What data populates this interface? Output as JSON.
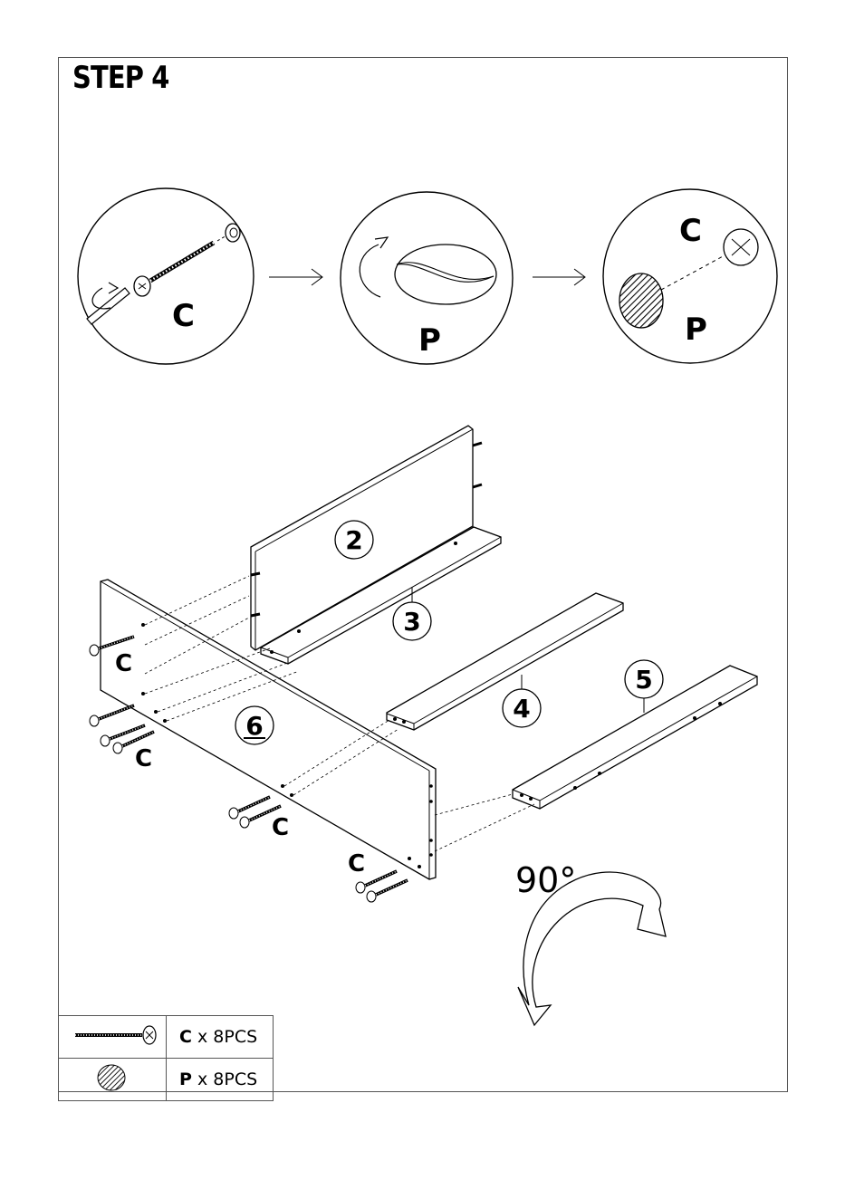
{
  "title": "STEP 4",
  "details": {
    "step1_label": "C",
    "step2_label": "P",
    "step3_label_top": "C",
    "step3_label_bottom": "P"
  },
  "panels": [
    "2",
    "3",
    "4",
    "5",
    "6"
  ],
  "screw_labels": [
    "C",
    "C",
    "C",
    "C"
  ],
  "rotation": "90°",
  "legend": [
    {
      "code": "C",
      "quantity": "x 8PCS",
      "icon": "screw-icon"
    },
    {
      "code": "P",
      "quantity": "x 8PCS",
      "icon": "cap-icon"
    }
  ]
}
